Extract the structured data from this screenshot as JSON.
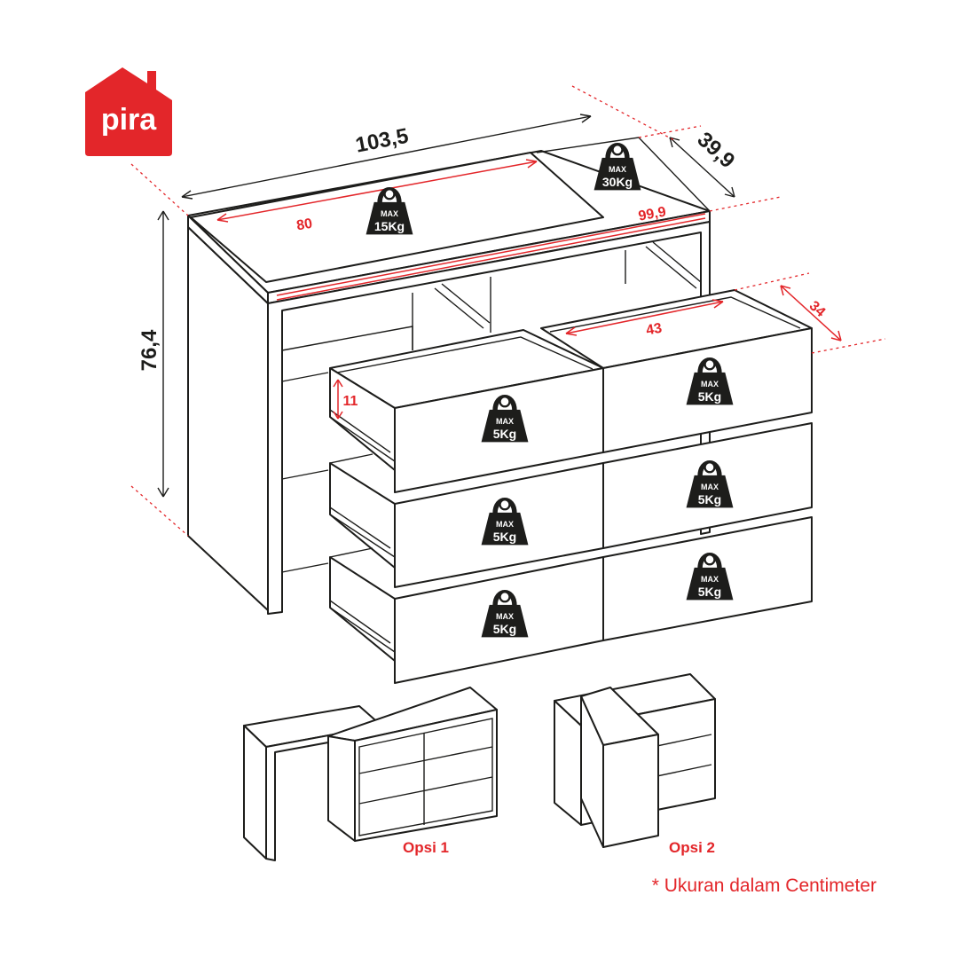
{
  "brand": {
    "name": "pira",
    "color": "#e3262a"
  },
  "dimensions": {
    "width": "103,5",
    "depth": "39,9",
    "height": "76,4",
    "top_inner": "80",
    "top_total": "99,9",
    "drawer_width": "43",
    "drawer_depth": "34",
    "drawer_height": "11"
  },
  "weights": {
    "max_label": "MAX",
    "top_left": "15Kg",
    "top_right": "30Kg",
    "drawer": "5Kg"
  },
  "options": {
    "opsi1": "Opsi 1",
    "opsi2": "Opsi 2"
  },
  "note": "* Ukuran dalam Centimeter",
  "colors": {
    "line": "#1d1d1b",
    "accent": "#e3262a",
    "background": "#ffffff"
  }
}
